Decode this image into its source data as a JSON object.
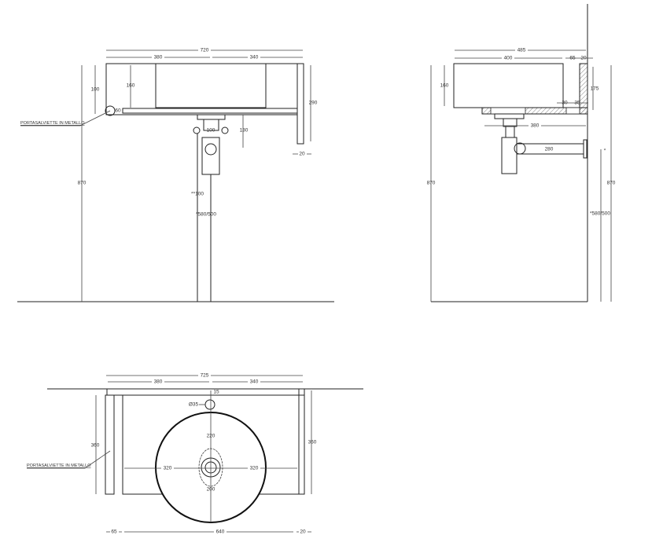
{
  "note_label": "PORTASALVIETTE IN METALLO",
  "front_view": {
    "dims": {
      "overall_width": "720",
      "left_width": "380",
      "right_width": "340",
      "height_floor": "870",
      "basin_height": "100",
      "bowl_height": "160",
      "bracket_height": "290",
      "bracket_thickness": "20",
      "bar_offset": "60",
      "valve_spacing": "100",
      "drain_drop": "130",
      "supply_height": "**100",
      "drain_height": "*580/500"
    }
  },
  "side_view": {
    "dims": {
      "overall_depth": "485",
      "basin_depth": "400",
      "gap": "65",
      "wall_plate": "20",
      "basin_height": "160",
      "bracket_height": "175",
      "slot_a": "30",
      "slot_b": "35",
      "drain_from_wall": "380",
      "trap_arm": "280",
      "height_left": "870",
      "height_right": "870",
      "star": "*",
      "drain_height": "*580/500"
    }
  },
  "plan_view": {
    "dims": {
      "overall_width": "725",
      "left_width": "380",
      "right_width": "340",
      "depth_left": "360",
      "depth_right": "360",
      "tap_offset": "15",
      "tap_hole": "Ø35",
      "front_radius": "220",
      "back_radius": "200",
      "left_radius": "320",
      "right_radius": "320",
      "bar_width": "65",
      "basin_width": "640",
      "plate_width": "20"
    }
  }
}
